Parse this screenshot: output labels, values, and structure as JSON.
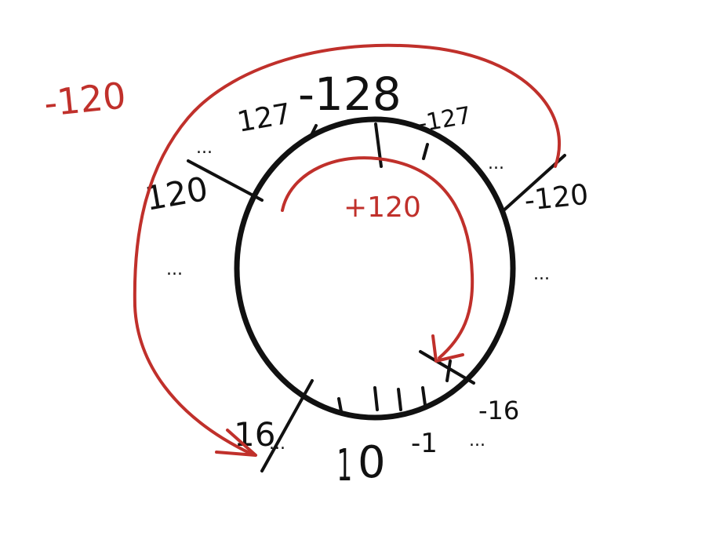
{
  "colors": {
    "ink": "#111111",
    "accent": "#c0302b",
    "background": "#ffffff"
  },
  "labels": {
    "top_center": "-128",
    "top_left": "127",
    "top_right": "-127",
    "left_upper": "120",
    "right_upper": "-120",
    "bottom_left": "16",
    "bottom_center_0": "0",
    "bottom_center_1": "1",
    "bottom_center_neg1": "-1",
    "bottom_right": "-16",
    "ellipsis": "..."
  },
  "annotations": {
    "outer_arrow_label": "-120",
    "inner_arrow_label": "+120"
  }
}
